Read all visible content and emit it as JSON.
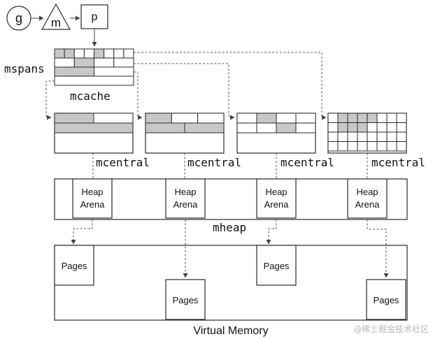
{
  "nodes": {
    "g": "g",
    "m": "m",
    "p": "p"
  },
  "labels": {
    "mspans": "mspans",
    "mcache": "mcache",
    "mcentral": [
      "mcentral",
      "mcentral",
      "mcentral",
      "mcentral"
    ],
    "mheap": "mheap",
    "heap_arena_line1": "Heap",
    "heap_arena_line2": "Arena",
    "pages": "Pages",
    "virtual_memory": "Virtual Memory"
  },
  "colors": {
    "span_fill": "#c8c8c8",
    "empty": "#ffffff",
    "stroke": "#2a2a2a"
  },
  "watermark": "@稀土掘金技术社区"
}
